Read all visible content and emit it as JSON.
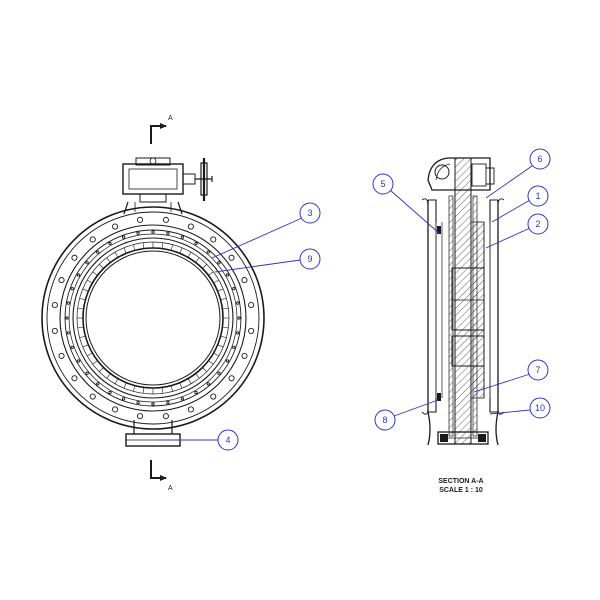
{
  "section_marks": {
    "letter": "A"
  },
  "callouts": [
    "1",
    "2",
    "3",
    "4",
    "5",
    "6",
    "7",
    "8",
    "9",
    "10"
  ],
  "section_caption": {
    "line1": "SECTION A-A",
    "line2": "SCALE 1 : 10"
  }
}
